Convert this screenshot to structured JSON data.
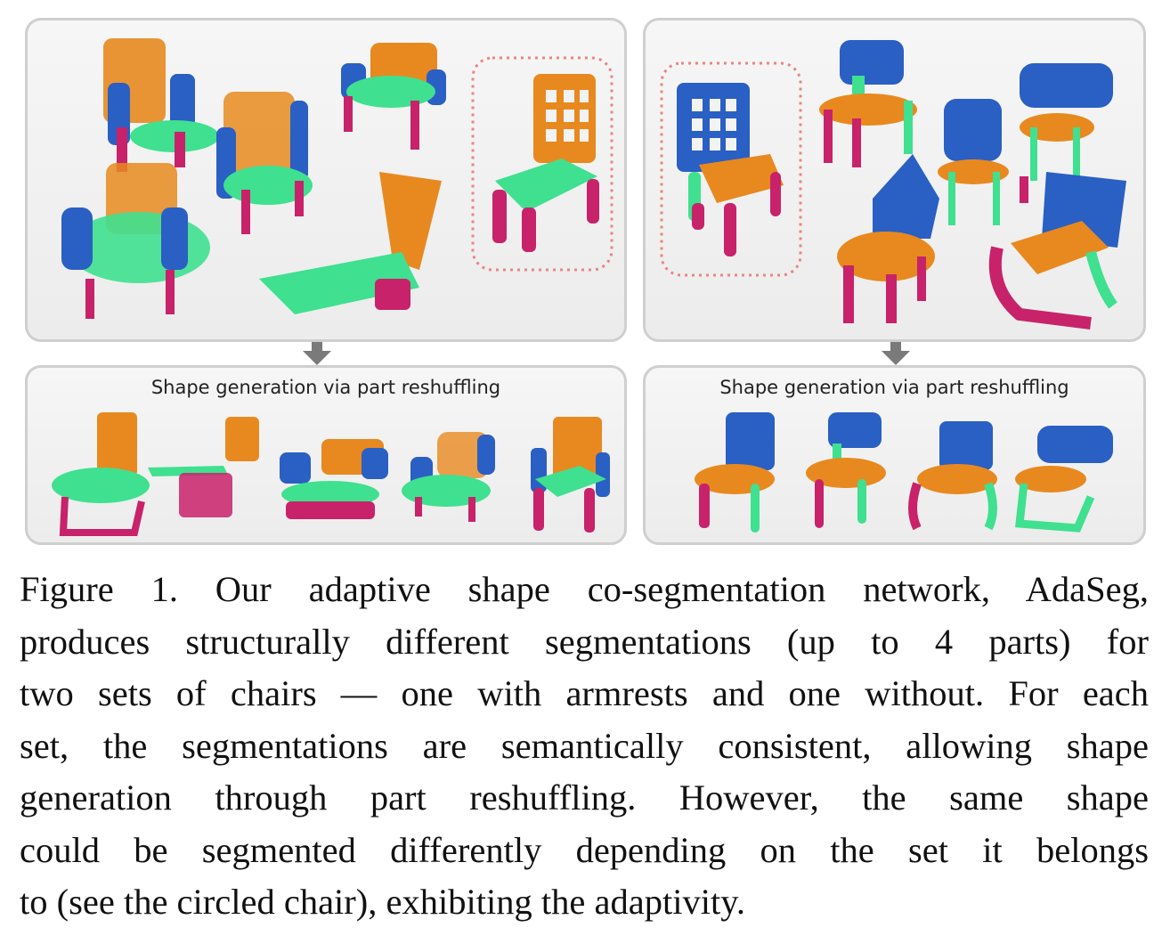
{
  "figure": {
    "left_generation_label": "Shape generation via part reshuffling",
    "right_generation_label": "Shape generation via part reshuffling",
    "part_colors": {
      "back": "#e8891f",
      "seat": "#3fe08f",
      "legs": "#c8226a",
      "arms": "#2a5fc4"
    },
    "highlight_color": "#e88585"
  },
  "caption": {
    "lines": [
      "Figure 1. Our adaptive shape co-segmentation network, AdaSeg,",
      "produces structurally different segmentations (up to 4 parts) for",
      "two sets of chairs — one with armrests and one without. For each",
      "set, the segmentations are semantically consistent, allowing shape",
      "generation through part reshuffling.  However, the same shape",
      "could be segmented differently depending on the set it belongs",
      "to (see the circled chair), exhibiting the adaptivity."
    ]
  }
}
